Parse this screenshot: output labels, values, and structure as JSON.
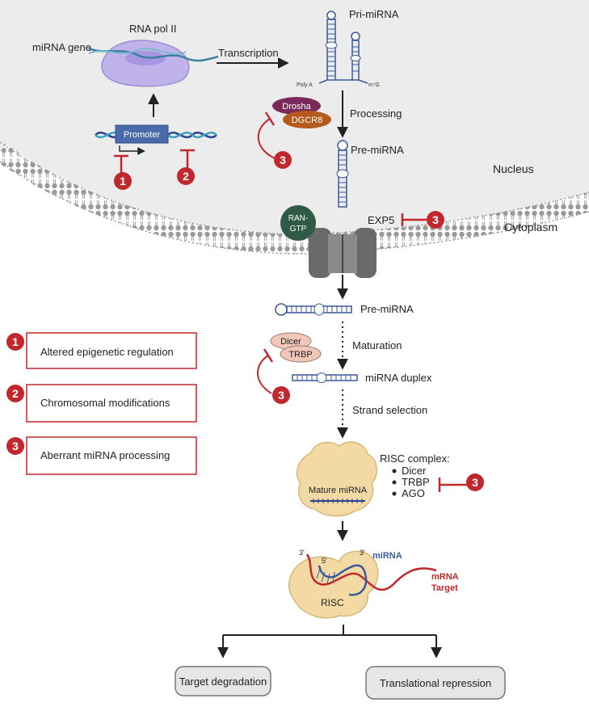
{
  "nucleus": {
    "gene_label": "miRNA gene",
    "polymerase_label": "RNA pol II",
    "promoter_label": "Promoter",
    "transcription_label": "Transcription",
    "pri_mirna_label": "Pri-miRNA",
    "poly_a_label": "Poly A",
    "cap_label": "m⁷G",
    "drosha_label": "Drosha",
    "dgcr8_label": "DGCR8",
    "processing_label": "Processing",
    "pre_mirna_label": "Pre-miRNA",
    "compartment_label": "Nucleus"
  },
  "export": {
    "ran_label_line1": "RAN-",
    "ran_label_line2": "GTP",
    "exp5_label": "EXP5",
    "cytoplasm_label": "Cytoplasm"
  },
  "cytoplasm": {
    "pre_mirna_label": "Pre-miRNA",
    "dicer_label": "Dicer",
    "trbp_label": "TRBP",
    "maturation_label": "Maturation",
    "duplex_label": "miRNA duplex",
    "strand_selection_label": "Strand selection",
    "risc_title": "RISC complex:",
    "risc_components": [
      "Dicer",
      "TRBP",
      "AGO"
    ],
    "mature_label": "Mature miRNA",
    "three_prime_left": "3'",
    "five_prime": "5'",
    "three_prime_right": "3'",
    "mirna_label": "miRNA",
    "mrna_line1": "mRNA",
    "mrna_line2": "Target",
    "risc_label": "RISC"
  },
  "outcomes": [
    "Target degradation",
    "Translational repression"
  ],
  "legend": [
    {
      "number": "1",
      "text": "Altered epigenetic regulation"
    },
    {
      "number": "2",
      "text": "Chromosomal modifications"
    },
    {
      "number": "3",
      "text": "Aberrant miRNA processing"
    }
  ],
  "markers": {
    "epigenetic": "1",
    "chromosomal": "2",
    "processing_drosha": "3",
    "processing_exp5": "3",
    "processing_dicer": "3",
    "processing_risc": "3"
  },
  "colors": {
    "inhibition_red": "#c0282d",
    "nucleus_fill": "#ececec",
    "membrane_grey": "#9a9a9a",
    "drosha": "#7a2a5a",
    "dgcr8": "#b45a1c",
    "ran": "#2e5a46",
    "polymerase": "#bfb3ea",
    "rna_blue": "#3a5a9a",
    "risc_beige": "#f3d9a4",
    "outcome_box": "#e6e6e6"
  }
}
